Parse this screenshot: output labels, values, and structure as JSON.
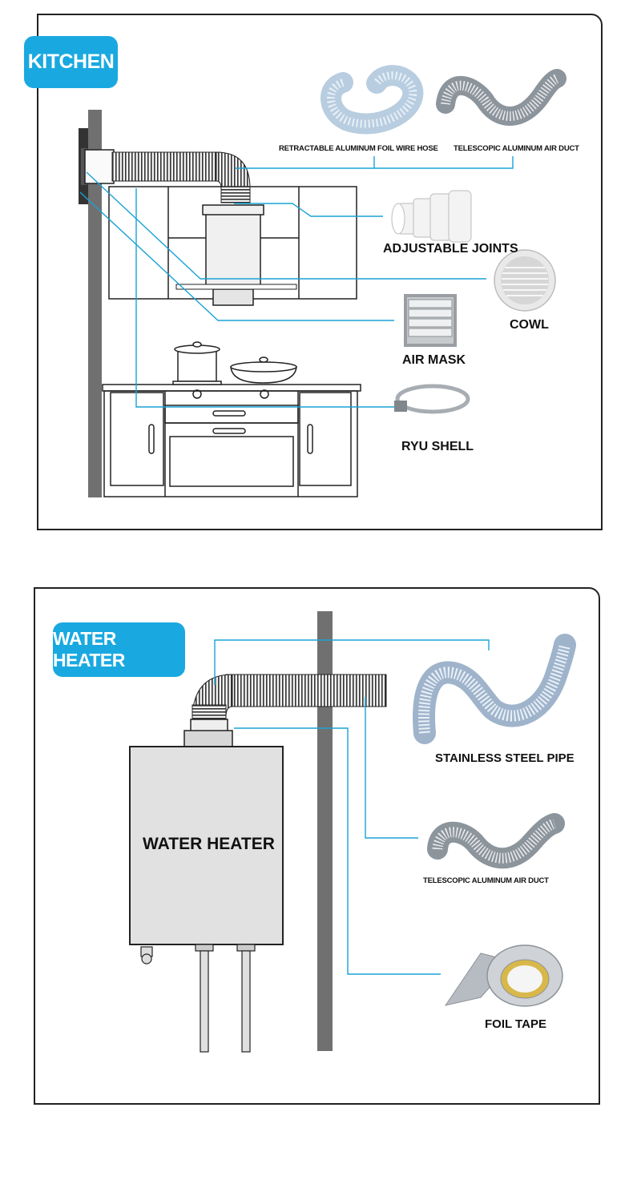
{
  "kitchen": {
    "badge": "KITCHEN",
    "labels": {
      "foil_hose": "RETRACTABLE ALUMINUM FOIL WIRE HOSE",
      "air_duct": "TELESCOPIC ALUMINUM AIR DUCT",
      "adjustable_joints": "ADJUSTABLE JOINTS",
      "cowl": "COWL",
      "air_mask": "AIR MASK",
      "ryu_shell": "RYU SHELL"
    }
  },
  "water_heater": {
    "badge": "WATER HEATER",
    "unit_label": "WATER HEATER",
    "labels": {
      "stainless_pipe": "STAINLESS STEEL PIPE",
      "air_duct": "TELESCOPIC ALUMINUM AIR DUCT",
      "foil_tape": "FOIL TAPE"
    }
  },
  "colors": {
    "accent": "#19a9e0",
    "leader_line": "#1aa3d6",
    "wall": "#707070",
    "outline": "#222222"
  },
  "icons": [
    "foil-hose-icon",
    "air-duct-icon",
    "adjustable-joint-icon",
    "cowl-icon",
    "air-mask-icon",
    "pipe-clamp-icon",
    "stainless-pipe-icon",
    "foil-tape-icon"
  ]
}
